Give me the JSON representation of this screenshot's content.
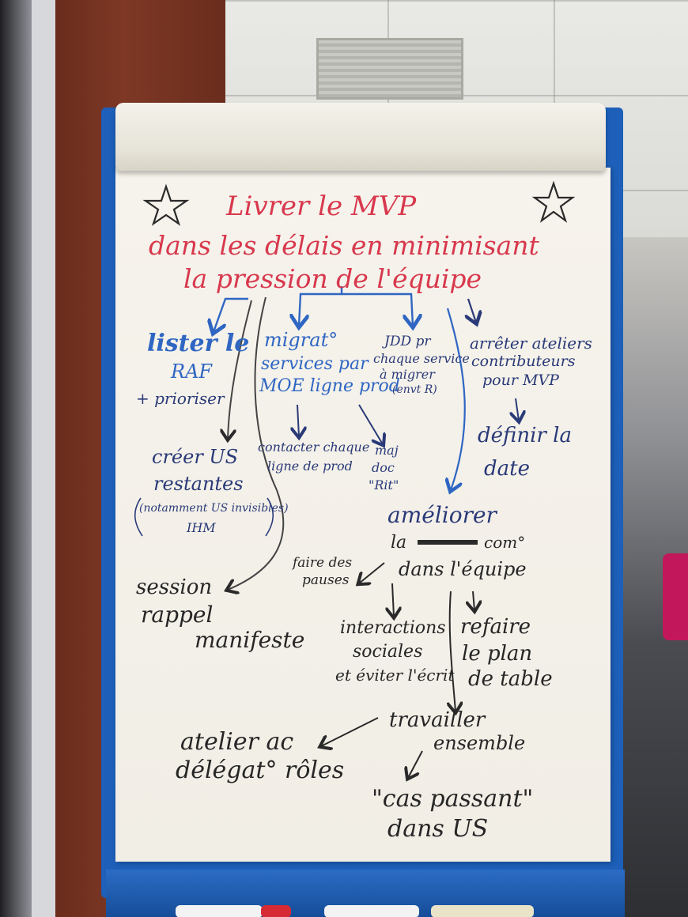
{
  "flipchart": {
    "title_line1": "Livrer le MVP",
    "title_line2": "dans les délais en minimisant",
    "title_line3": "la pression de l'équipe",
    "branches": {
      "lister": {
        "line1": "lister le",
        "line2": "RAF",
        "line3": "+ prioriser"
      },
      "migration": {
        "line1": "migrat°",
        "line2": "services par",
        "line3": "MOE ligne prod"
      },
      "jdd": {
        "line1": "JDD pr",
        "line2": "chaque service",
        "line3": "à migrer",
        "line4": "(envt R)"
      },
      "arreter": {
        "line1": "arrêter ateliers",
        "line2": "contributeurs",
        "line3": "pour MVP"
      },
      "creer_us": {
        "line1": "créer US",
        "line2": "restantes",
        "line3": "(notamment US invisibles)",
        "line4": "IHM"
      },
      "contacter": {
        "line1": "contacter chaque",
        "line2": "ligne de prod"
      },
      "maj_doc": {
        "line1": "maj",
        "line2": "doc",
        "line3": "\"Rit\""
      },
      "definir": {
        "line1": "définir la",
        "line2": "date"
      },
      "ameliorer": {
        "line1": "améliorer",
        "line2": "la",
        "line3": "com°",
        "line4": "dans l'équipe"
      },
      "pauses": {
        "line1": "faire des",
        "line2": "pauses"
      },
      "session": {
        "line1": "session",
        "line2": "rappel",
        "line3": "manifeste"
      },
      "interactions": {
        "line1": "interactions",
        "line2": "sociales",
        "line3": "et éviter l'écrit"
      },
      "refaire": {
        "line1": "refaire",
        "line2": "le plan",
        "line3": "de table"
      },
      "travailler": {
        "line1": "travailler",
        "line2": "ensemble"
      },
      "atelier": {
        "line1": "atelier ac",
        "line2": "délégat° rôles"
      },
      "cas": {
        "line1": "\"cas passant\"",
        "line2": "dans US"
      }
    }
  },
  "colors": {
    "title": "#d8384d",
    "blue": "#2f66c3",
    "navy": "#2a3a78",
    "black": "#262626"
  },
  "icons": [
    "star-icon",
    "star-icon"
  ]
}
